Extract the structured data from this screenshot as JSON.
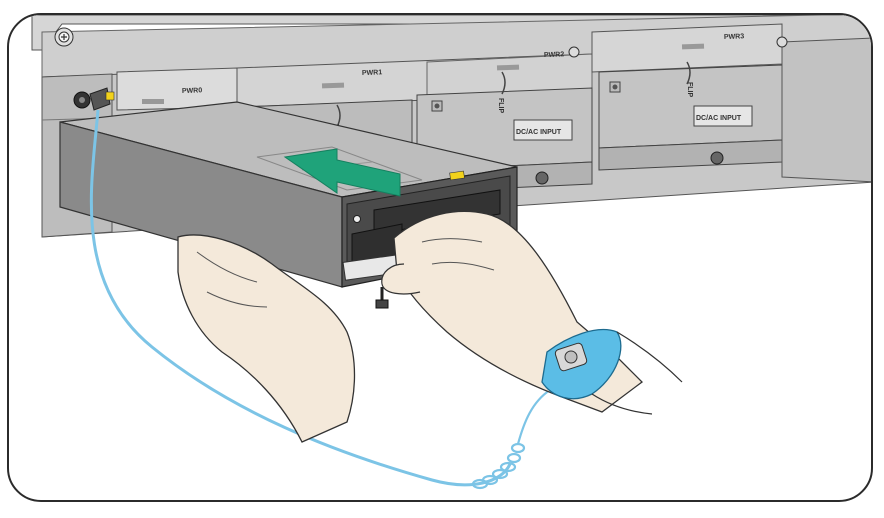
{
  "slot_labels": {
    "pwr0": "PWR0",
    "pwr1": "PWR1",
    "pwr2": "PWR2",
    "pwr3": "PWR3"
  },
  "module_labels": {
    "flip": "FLIP",
    "dc_ac_input": "DC/AC INPUT"
  },
  "colors": {
    "chassis": "#c9c9c9",
    "chassis_dark": "#8f8f8f",
    "module_top": "#bdbdbd",
    "module_side": "#8a8a8a",
    "arrow": "#1fa37a",
    "esd_cable": "#7cc4e6",
    "wrist_strap": "#5bbde6",
    "skin": "#f4e9da",
    "frame_border": "#2b2b2b",
    "warning_label": "#f2d21b"
  },
  "icons": [
    "screw-icon",
    "insert-direction-arrow",
    "esd-ground-jack",
    "wrist-strap"
  ]
}
